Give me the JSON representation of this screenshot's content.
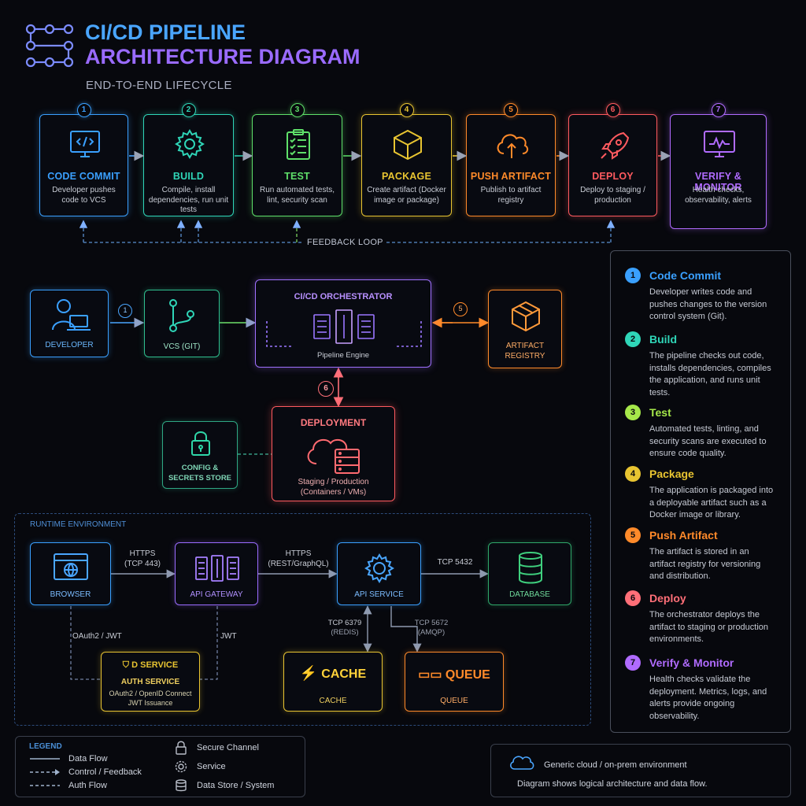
{
  "header": {
    "title_line1": "CI/CD PIPELINE",
    "title_line2": "ARCHITECTURE DIAGRAM",
    "subtitle": "END-TO-END LIFECYCLE"
  },
  "stages": [
    {
      "num": "1",
      "title": "CODE COMMIT",
      "desc": "Developer pushes code to VCS",
      "color": "#3aa0ff",
      "icon": "code-icon"
    },
    {
      "num": "2",
      "title": "BUILD",
      "desc": "Compile, install dependencies, run unit tests",
      "color": "#2fd6b8",
      "icon": "gear-icon"
    },
    {
      "num": "3",
      "title": "TEST",
      "desc": "Run automated tests, lint, security scan",
      "color": "#5fe06a",
      "icon": "checklist-icon"
    },
    {
      "num": "4",
      "title": "PACKAGE",
      "desc": "Create artifact (Docker image or package)",
      "color": "#e8c431",
      "icon": "box-icon"
    },
    {
      "num": "5",
      "title": "PUSH ARTIFACT",
      "desc": "Publish to artifact registry",
      "color": "#ff8a2a",
      "icon": "cloud-upload-icon"
    },
    {
      "num": "6",
      "title": "DEPLOY",
      "desc": "Deploy to staging / production",
      "color": "#ff5a5f",
      "icon": "rocket-icon"
    },
    {
      "num": "7",
      "title": "VERIFY & MONITOR",
      "desc": "Health checks, observability, alerts",
      "color": "#b06bff",
      "icon": "monitor-icon"
    }
  ],
  "feedback_label": "FEEDBACK LOOP",
  "flow": {
    "developer": "DEVELOPER",
    "vcs": "VCS (GIT)",
    "orchestrator": "CI/CD ORCHESTRATOR",
    "engine": "Pipeline Engine",
    "registry": "ARTIFACT REGISTRY",
    "deployment": "DEPLOYMENT",
    "deployment_desc1": "Staging / Production",
    "deployment_desc2": "(Containers / VMs)",
    "config": "CONFIG & SECRETS STORE",
    "step1": "1",
    "step5": "5",
    "step6": "6"
  },
  "runtime": {
    "label": "RUNTIME ENVIRONMENT",
    "browser": "BROWSER",
    "gateway": "API GATEWAY",
    "service": "API SERVICE",
    "database": "DATABASE",
    "auth_icon_label": "D SERVICE",
    "auth": "AUTH SERVICE",
    "auth_desc1": "OAuth2 / OpenID Connect",
    "auth_desc2": "JWT Issuance",
    "cache_icon_label": "CACHE",
    "cache": "CACHE",
    "queue_icon_label": "QUEUE",
    "queue": "QUEUE",
    "https1": "HTTPS",
    "https1b": "(TCP 443)",
    "https2": "HTTPS",
    "https2b": "(REST/GraphQL)",
    "tcp5432": "TCP 5432",
    "tcp6379": "TCP 6379",
    "redis": "(REDIS)",
    "tcp5672": "TCP 5672",
    "amqp": "(AMQP)",
    "oauth_jwt": "OAuth2 / JWT",
    "jwt": "JWT"
  },
  "sidebar": [
    {
      "num": "1",
      "title": "Code Commit",
      "desc": "Developer writes code and pushes changes to the version control system (Git).",
      "color": "#3aa0ff"
    },
    {
      "num": "2",
      "title": "Build",
      "desc": "The pipeline checks out code, installs dependencies, compiles the application, and runs unit tests.",
      "color": "#2fd6b8"
    },
    {
      "num": "3",
      "title": "Test",
      "desc": "Automated tests, linting, and security scans are executed to ensure code quality.",
      "color": "#a6e84a"
    },
    {
      "num": "4",
      "title": "Package",
      "desc": "The application is packaged into a deployable artifact such as a Docker image or library.",
      "color": "#e8c431"
    },
    {
      "num": "5",
      "title": "Push Artifact",
      "desc": "The artifact is stored in an artifact registry for versioning and distribution.",
      "color": "#ff8a2a"
    },
    {
      "num": "6",
      "title": "Deploy",
      "desc": "The orchestrator deploys the artifact to staging or production environments.",
      "color": "#ff6f78"
    },
    {
      "num": "7",
      "title": "Verify & Monitor",
      "desc": "Health checks validate the deployment. Metrics, logs, and alerts provide ongoing observability.",
      "color": "#b06bff"
    }
  ],
  "legend": {
    "title": "LEGEND",
    "data_flow": "Data Flow",
    "control": "Control / Feedback",
    "auth_flow": "Auth Flow",
    "secure": "Secure Channel",
    "service": "Service",
    "datastore": "Data Store / System"
  },
  "note": {
    "env": "Generic cloud / on-prem environment",
    "desc": "Diagram shows logical architecture and data flow."
  }
}
